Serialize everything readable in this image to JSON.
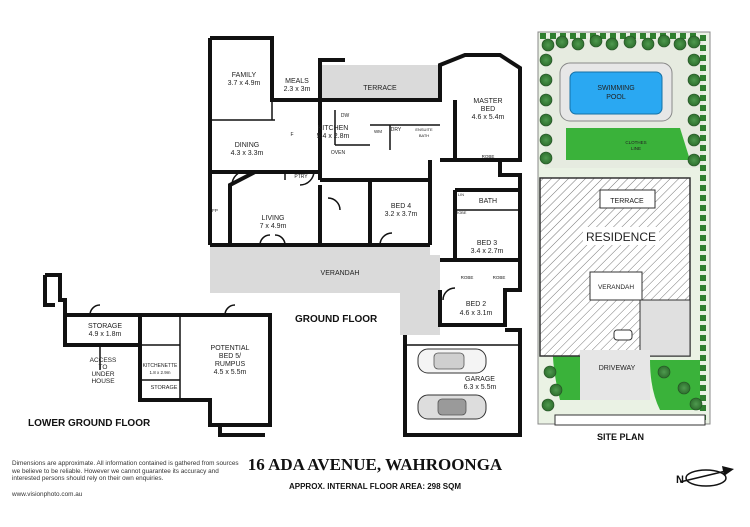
{
  "property": {
    "address": "16 ADA AVENUE, WAHROONGA",
    "floor_area": "APPROX. INTERNAL FLOOR AREA: 298 SQM"
  },
  "levels": {
    "ground": "GROUND FLOOR",
    "lower": "LOWER GROUND FLOOR",
    "site": "SITE PLAN"
  },
  "rooms": {
    "family": {
      "name": "FAMILY",
      "size": "3.7 x 4.9m"
    },
    "meals": {
      "name": "MEALS",
      "size": "2.3 x 3m"
    },
    "terrace": {
      "name": "TERRACE"
    },
    "kitchen": {
      "name": "KITCHEN",
      "size": "5.4 x 2.8m"
    },
    "dining": {
      "name": "DINING",
      "size": "4.3 x 3.3m"
    },
    "master": {
      "name": "MASTER",
      "name2": "BED",
      "size": "4.6 x 5.4m"
    },
    "living": {
      "name": "LIVING",
      "size": "7 x 4.9m"
    },
    "bed4": {
      "name": "BED 4",
      "size": "3.2 x 3.7m"
    },
    "bed3": {
      "name": "BED 3",
      "size": "3.4 x 2.7m"
    },
    "bed2": {
      "name": "BED 2",
      "size": "4.6 x 3.1m"
    },
    "verandah": {
      "name": "VERANDAH"
    },
    "garage": {
      "name": "GARAGE",
      "size": "6.3 x 5.5m"
    },
    "storage_lower": {
      "name": "STORAGE",
      "size": "4.9 x 1.8m"
    },
    "access": {
      "line1": "ACCESS",
      "line2": "TO",
      "line3": "UNDER",
      "line4": "HOUSE"
    },
    "rumpus": {
      "name": "POTENTIAL",
      "name2": "BED 5/",
      "name3": "RUMPUS",
      "size": "4.5 x 5.5m"
    },
    "kitchenette": {
      "name": "KITCHENETTE",
      "size": "1.8 x 2.9m"
    },
    "storage_small": {
      "name": "STORAGE"
    },
    "bath": {
      "name": "BATH"
    }
  },
  "fixtures": {
    "dw": "DW",
    "wm": "WM",
    "dry": "DRY",
    "ensuite": "ENSUITE",
    "bath_small": "BATH",
    "oven": "OVEN",
    "ptry": "PTRY",
    "robe_master": "ROBE",
    "robe_bed3": "ROBE",
    "robe_bed2": "ROBE",
    "fp": "FP",
    "f": "F",
    "lin": "LIN",
    "robe_side": "ROBE"
  },
  "site": {
    "pool_line1": "SWIMMING",
    "pool_line2": "POOL",
    "clothes_line1": "CLOTHES",
    "clothes_line2": "LINE",
    "terrace": "TERRACE",
    "residence": "RESIDENCE",
    "verandah": "VERANDAH",
    "driveway": "DRIVEWAY"
  },
  "footer": {
    "disclaimer": "Dimensions are approximate. All information contained is gathered from sources we believe to be reliable. However we cannot guarantee its accuracy and interested persons should rely on their own enquiries.",
    "website": "www.visionphoto.com.au"
  },
  "compass": {
    "letter": "N"
  },
  "colors": {
    "pool": "#2aa8f2",
    "lawn": "#3ab23a",
    "hedge": "#2f7f2f",
    "shade": "#dadada"
  }
}
